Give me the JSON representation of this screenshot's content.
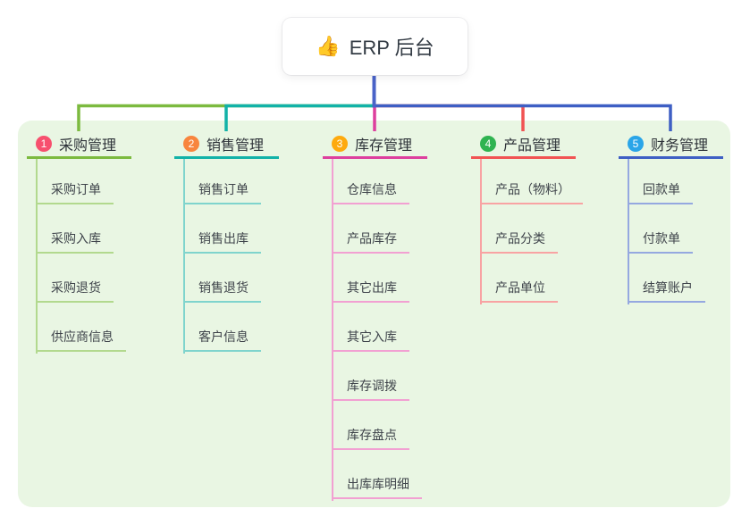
{
  "root": {
    "icon": "👍",
    "label": "ERP 后台"
  },
  "colors": {
    "page_bg": "#ffffff",
    "panel_bg": "#e9f6e3",
    "root_stem": "#4a63c8",
    "root_text": "#333b44",
    "title_text": "#2d3238",
    "child_text": "#3f444b"
  },
  "branches": [
    {
      "badge": "1",
      "label": "采购管理",
      "badge_color": "#f7506e",
      "line_color": "#7cba3f",
      "child_line_color": "#b2d98e",
      "children": [
        "采购订单",
        "采购入库",
        "采购退货",
        "供应商信息"
      ]
    },
    {
      "badge": "2",
      "label": "销售管理",
      "badge_color": "#f8853e",
      "line_color": "#12b2a8",
      "child_line_color": "#7fd4cd",
      "children": [
        "销售订单",
        "销售出库",
        "销售退货",
        "客户信息"
      ]
    },
    {
      "badge": "3",
      "label": "库存管理",
      "badge_color": "#feaa0e",
      "line_color": "#dd3f9e",
      "child_line_color": "#f2a0d2",
      "children": [
        "仓库信息",
        "产品库存",
        "其它出库",
        "其它入库",
        "库存调拨",
        "库存盘点",
        "出库库明细"
      ]
    },
    {
      "badge": "4",
      "label": "产品管理",
      "badge_color": "#2fb350",
      "line_color": "#f15353",
      "child_line_color": "#f8a3a3",
      "children": [
        "产品（物料）",
        "产品分类",
        "产品单位"
      ]
    },
    {
      "badge": "5",
      "label": "财务管理",
      "badge_color": "#2aa5e8",
      "line_color": "#3e5fc4",
      "child_line_color": "#95a8e0",
      "children": [
        "回款单",
        "付款单",
        "结算账户"
      ]
    }
  ]
}
